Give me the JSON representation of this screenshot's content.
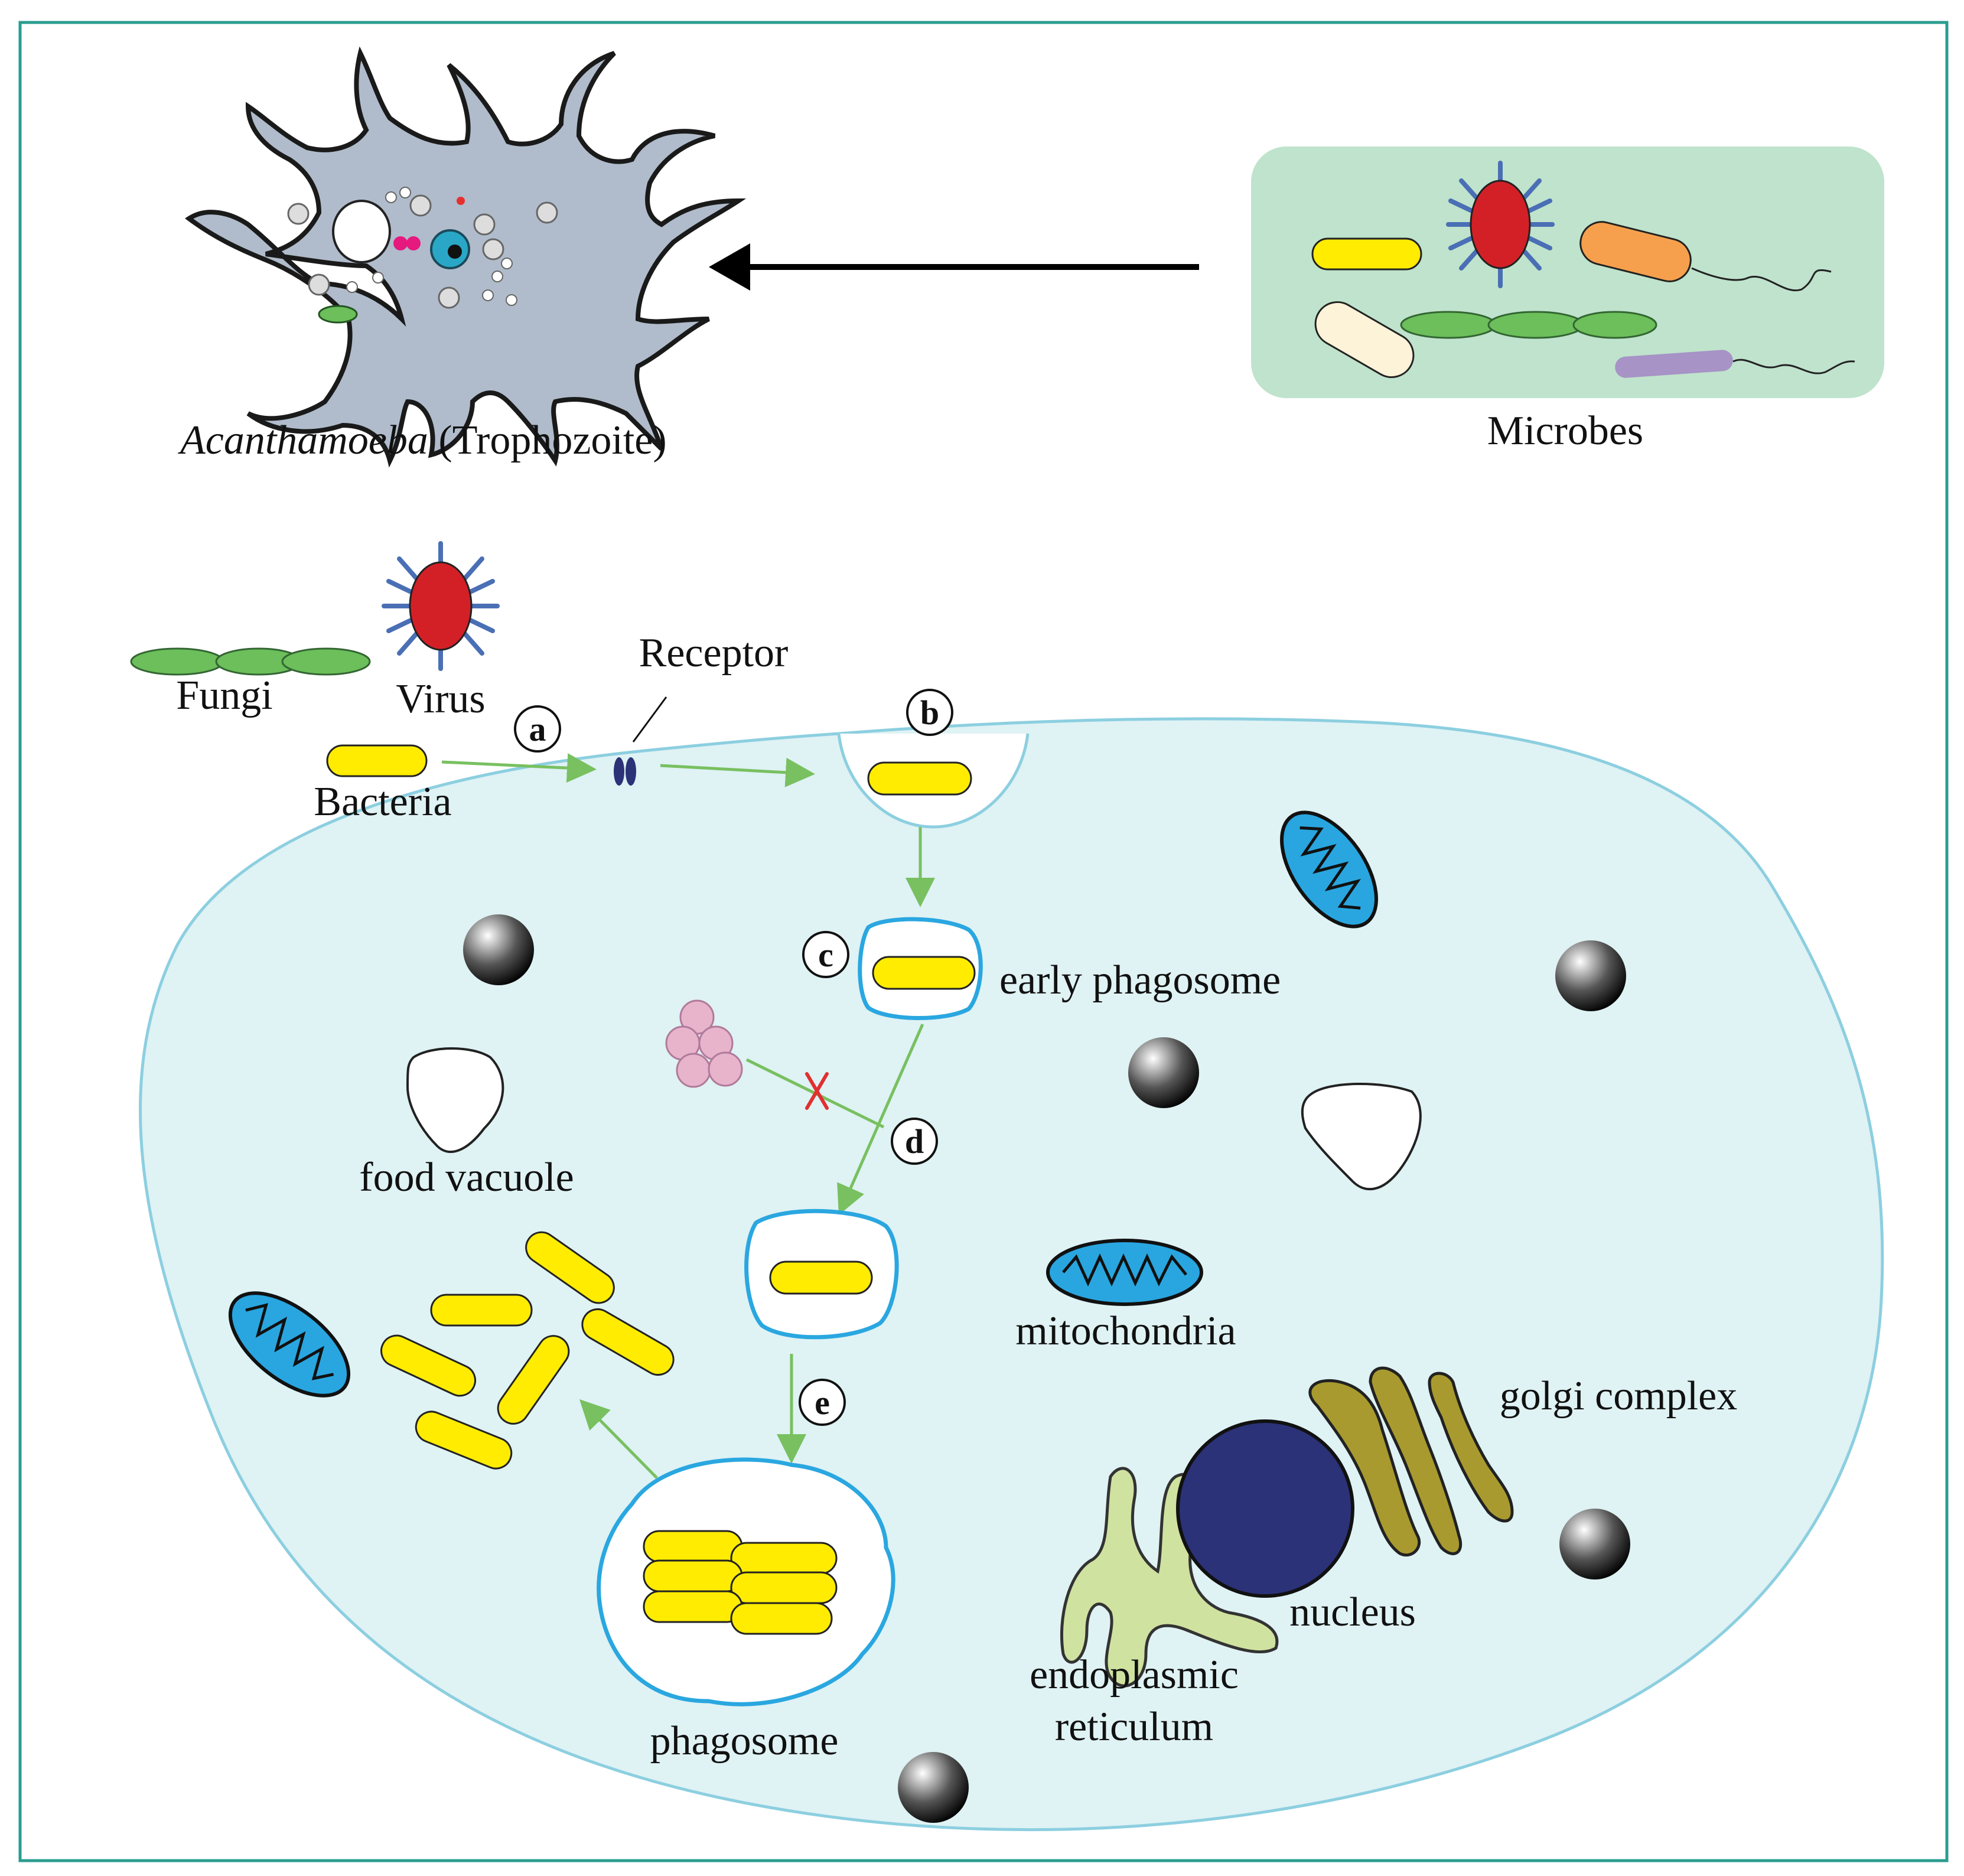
{
  "top": {
    "amoeba_label_italic": "Acanthamoeba",
    "amoeba_label_rest": " (Trophozoite)",
    "microbes_label": "Microbes"
  },
  "outside": {
    "fungi_label": "Fungi",
    "virus_label": "Virus",
    "bacteria_label": "Bacteria",
    "receptor_label": "Receptor"
  },
  "steps": {
    "a": "a",
    "b": "b",
    "c": "c",
    "d": "d",
    "e": "e"
  },
  "cell": {
    "early_phagosome": "early phagosome",
    "food_vacuole": "food vacuole",
    "mitochondria": "mitochondria",
    "golgi_complex": "golgi complex",
    "nucleus": "nucleus",
    "er_line1": "endoplasmic",
    "er_line2": "reticulum",
    "phagosome": "phagosome"
  },
  "colors": {
    "frame": "#2a9d8f",
    "bacteria": "#ffec00",
    "virus": "#d32027",
    "virus_spikes": "#4a6fb5",
    "fungi": "#6cbf5a",
    "microbes_box": "#bfe3cc",
    "cell_fill": "#dff2f4",
    "cell_border": "#8ccfe0",
    "arrow_green": "#78c060",
    "mitochondria": "#29a6e0",
    "nucleus": "#2b3278",
    "golgi": "#a89a2f",
    "er": "#cfe2a0",
    "amoeba": "#b0bccb",
    "inhibitor": "#e8b4cc"
  }
}
